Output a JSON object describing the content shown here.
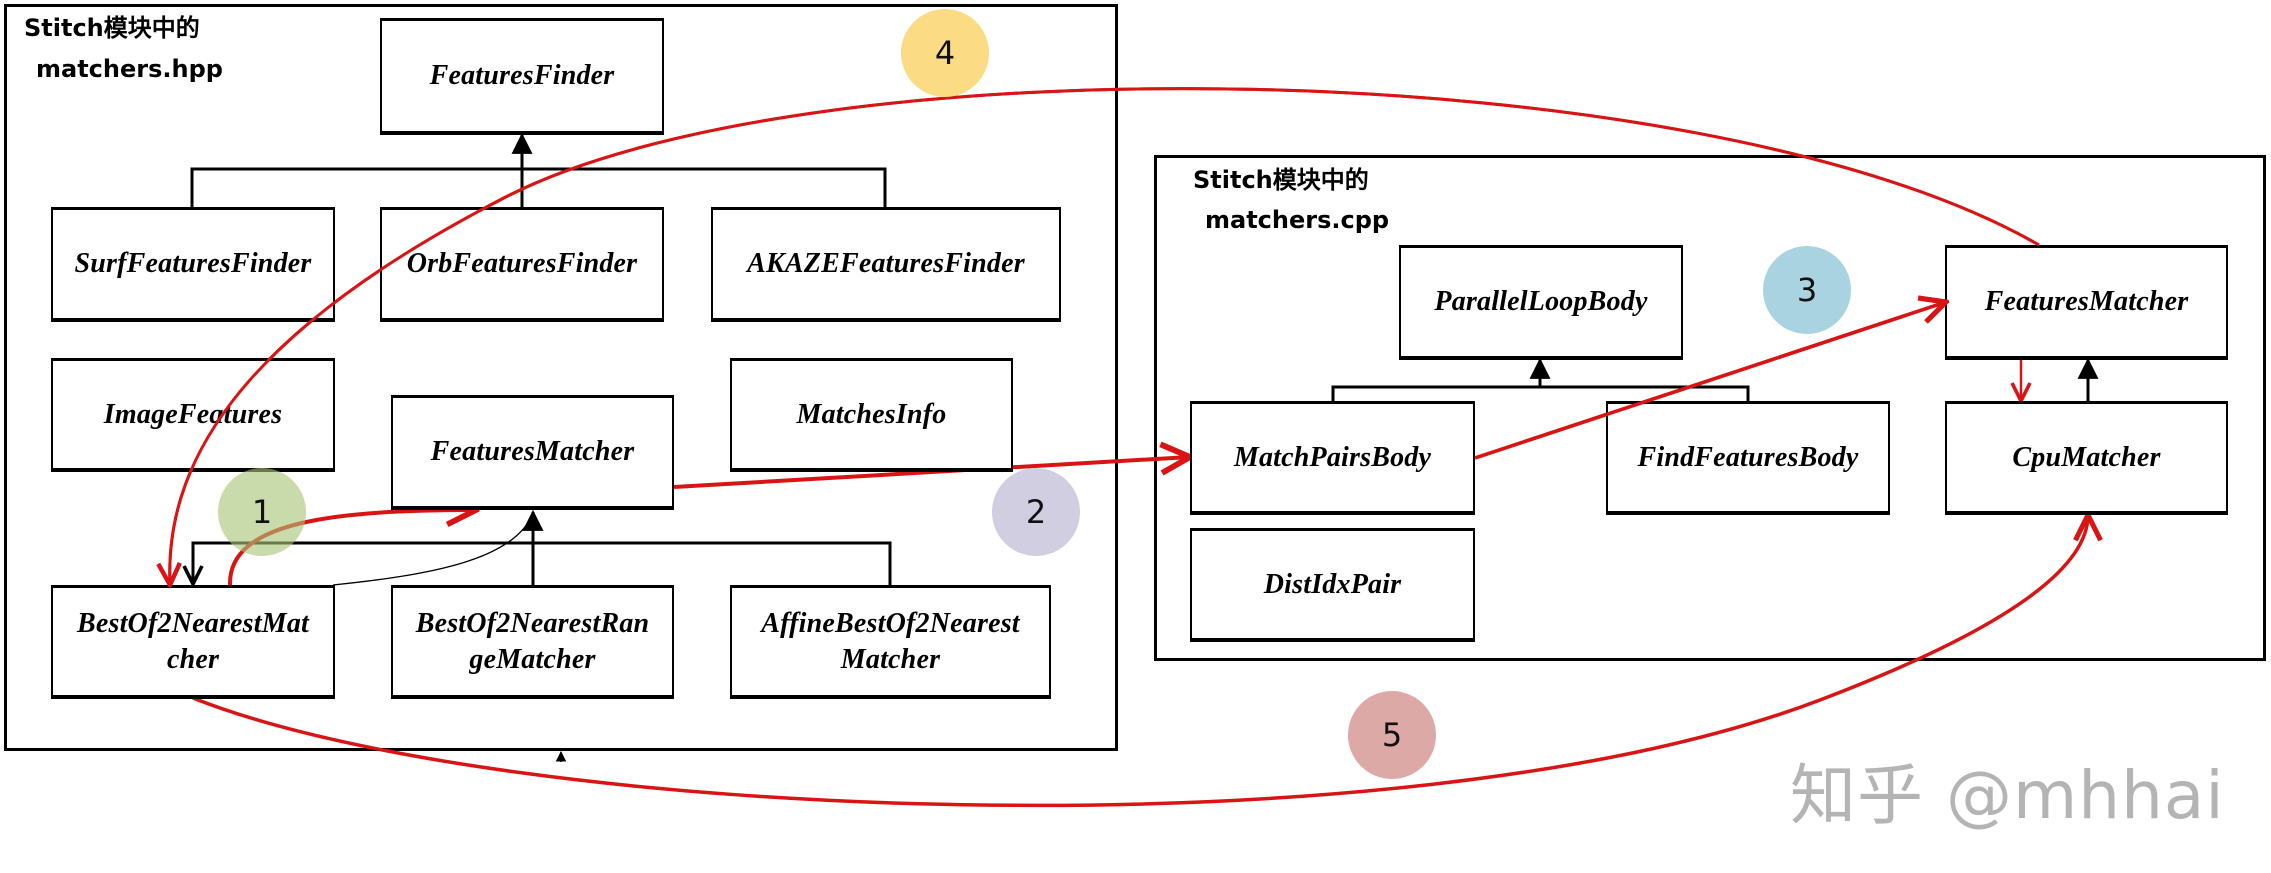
{
  "modules": [
    {
      "id": "hpp",
      "label_line1": "Stitch模块中的",
      "label_line2": "matchers.hpp"
    },
    {
      "id": "cpp",
      "label_line1": "Stitch模块中的",
      "label_line2": "matchers.cpp"
    }
  ],
  "classes": {
    "hpp_features_finder": "FeaturesFinder",
    "hpp_surf_features_finder": "SurfFeaturesFinder",
    "hpp_orb_features_finder": "OrbFeaturesFinder",
    "hpp_akaze_features_finder": "AKAZEFeaturesFinder",
    "hpp_image_features": "ImageFeatures",
    "hpp_features_matcher": "FeaturesMatcher",
    "hpp_matches_info": "MatchesInfo",
    "hpp_best_of_2_nearest_matcher": "BestOf2NearestMatcher",
    "hpp_best_of_2_nearest_range_matcher": "BestOf2NearestRangeMatcher",
    "hpp_affine_best_of_2_nearest_matcher": "AffineBestOf2NearestMatcher",
    "cpp_parallel_loop_body": "ParallelLoopBody",
    "cpp_features_matcher": "FeaturesMatcher",
    "cpp_match_pairs_body": "MatchPairsBody",
    "cpp_find_features_body": "FindFeaturesBody",
    "cpp_cpu_matcher": "CpuMatcher",
    "cpp_dist_idx_pair": "DistIdxPair"
  },
  "class_display": {
    "hpp_best_of_2_nearest_matcher": [
      "BestOf2NearestMat",
      "cher"
    ],
    "hpp_best_of_2_nearest_range_matcher": [
      "BestOf2NearestRan",
      "geMatcher"
    ],
    "hpp_affine_best_of_2_nearest_matcher": [
      "AffineBestOf2Nearest",
      "Matcher"
    ]
  },
  "inheritance": [
    {
      "parent": "FeaturesFinder",
      "children": [
        "SurfFeaturesFinder",
        "OrbFeaturesFinder",
        "AKAZEFeaturesFinder"
      ]
    },
    {
      "parent": "FeaturesMatcher",
      "children": [
        "BestOf2NearestMatcher",
        "BestOf2NearestRangeMatcher",
        "AffineBestOf2NearestMatcher"
      ]
    },
    {
      "parent": "ParallelLoopBody",
      "children": [
        "MatchPairsBody",
        "FindFeaturesBody"
      ]
    },
    {
      "parent": "FeaturesMatcher (cpp)",
      "children": [
        "CpuMatcher"
      ]
    }
  ],
  "call_flow": [
    {
      "step": "1",
      "from": "BestOf2NearestMatcher",
      "to": "FeaturesMatcher",
      "color": "#d9d9d9"
    },
    {
      "step": "2",
      "from": "FeaturesMatcher",
      "to": "MatchPairsBody"
    },
    {
      "step": "3",
      "from": "MatchPairsBody",
      "to": "FeaturesMatcher (cpp)"
    },
    {
      "step": "4",
      "from": "FeaturesMatcher (cpp)",
      "to": "BestOf2NearestMatcher"
    },
    {
      "step": "5",
      "from": "BestOf2NearestMatcher",
      "to": "CpuMatcher"
    }
  ],
  "badges": [
    {
      "label": "1",
      "color": "#c6d7a8"
    },
    {
      "label": "2",
      "color": "#d2cee2"
    },
    {
      "label": "3",
      "color": "#a9d3e0"
    },
    {
      "label": "4",
      "color": "#fbdc84"
    },
    {
      "label": "5",
      "color": "#dca9a7"
    }
  ],
  "colors": {
    "flow_arrow": "#d91414",
    "inherit_arrow": "#000000",
    "watermark": "#b4b4b4"
  },
  "watermark": "知乎 @mhhai"
}
